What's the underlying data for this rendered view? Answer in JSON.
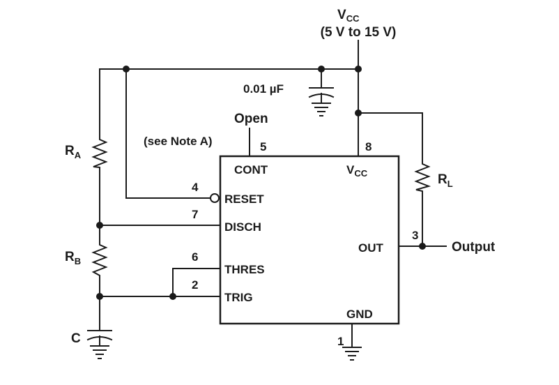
{
  "supply": {
    "label": "V",
    "label_sub": "CC",
    "range": "(5 V to 15 V)"
  },
  "bypass_cap": {
    "value": "0.01 µF"
  },
  "resistors": {
    "ra": {
      "label": "R",
      "sub": "A"
    },
    "rb": {
      "label": "R",
      "sub": "B"
    },
    "rl": {
      "label": "R",
      "sub": "L"
    }
  },
  "timing_cap": {
    "label": "C"
  },
  "cont_pin": {
    "open": "Open",
    "note": "(see Note A)"
  },
  "ic": {
    "pins": {
      "cont": {
        "number": "5",
        "name": "CONT"
      },
      "vcc": {
        "number": "8",
        "name": "V",
        "name_sub": "CC"
      },
      "reset": {
        "number": "4",
        "name": "RESET"
      },
      "disch": {
        "number": "7",
        "name": "DISCH"
      },
      "out": {
        "number": "3",
        "name": "OUT"
      },
      "thres": {
        "number": "6",
        "name": "THRES"
      },
      "trig": {
        "number": "2",
        "name": "TRIG"
      },
      "gnd": {
        "number": "1",
        "name": "GND"
      }
    }
  },
  "output": {
    "label": "Output"
  }
}
